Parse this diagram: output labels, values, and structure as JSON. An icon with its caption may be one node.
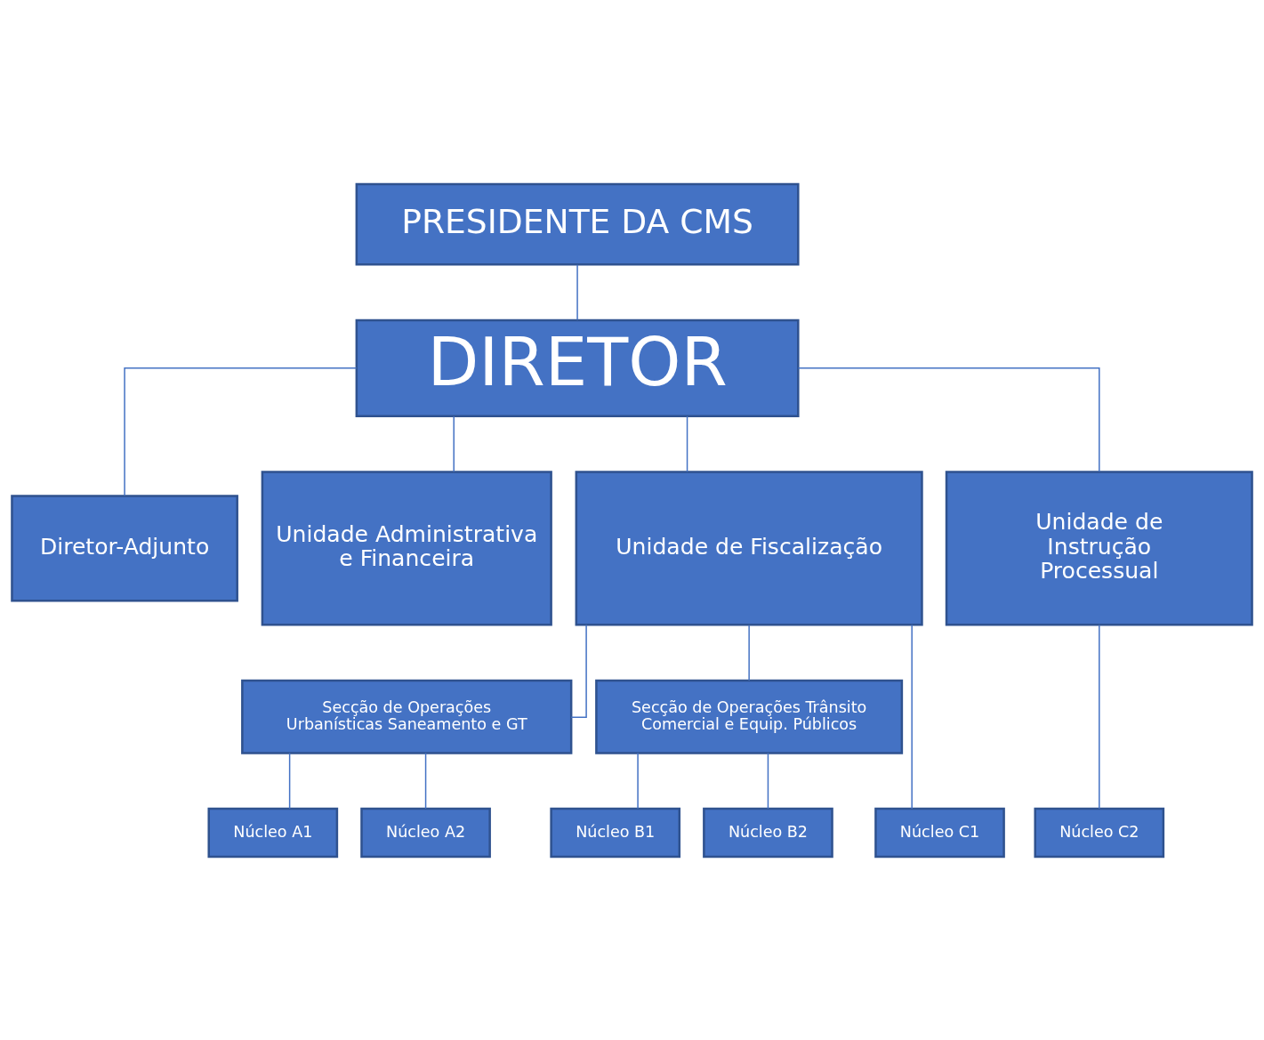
{
  "diagram": {
    "nodes": [
      {
        "text": [
          "PRESIDENTE DA CMS"
        ]
      },
      {
        "text": [
          "DIRETOR"
        ]
      },
      {
        "text": [
          "Diretor-Adjunto"
        ]
      },
      {
        "text": [
          "Unidade Administrativa e Financeira"
        ]
      },
      {
        "text": [
          "Unidade de Fiscalização"
        ]
      },
      {
        "text": [
          "Unidade de Instrução Processual"
        ]
      },
      {
        "text": [
          "Secção de Operações Urbanísticas Saneamento e GT"
        ]
      },
      {
        "text": [
          "Secção de Operações Trânsito Comercial e Equip. Públicos"
        ]
      },
      {
        "text": [
          "Núcleo A1"
        ]
      },
      {
        "text": [
          "Núcleo A2"
        ]
      },
      {
        "text": [
          "Núcleo C1"
        ]
      },
      {
        "text": [
          "Núcleo B1"
        ]
      },
      {
        "text": [
          "Núcleo B2"
        ]
      },
      {
        "text": [
          "Núcleo C2"
        ]
      }
    ],
    "edges": [
      {
        "from": 0,
        "to": 1,
        "arrow": "none"
      },
      {
        "from": 1,
        "to": 2,
        "arrow": "none"
      },
      {
        "from": 1,
        "to": 3,
        "arrow": "none"
      },
      {
        "from": 1,
        "to": 4,
        "arrow": "none"
      },
      {
        "from": 1,
        "to": 5,
        "arrow": "none"
      },
      {
        "from": 4,
        "to": 6,
        "arrow": "none"
      },
      {
        "from": 4,
        "to": 7,
        "arrow": "none"
      },
      {
        "from": 4,
        "to": 10,
        "arrow": "none"
      },
      {
        "from": 6,
        "to": 8,
        "arrow": "none"
      },
      {
        "from": 6,
        "to": 9,
        "arrow": "none"
      },
      {
        "from": 7,
        "to": 11,
        "arrow": "none"
      },
      {
        "from": 7,
        "to": 12,
        "arrow": "none"
      },
      {
        "from": 5,
        "to": 13,
        "arrow": "none"
      }
    ]
  }
}
